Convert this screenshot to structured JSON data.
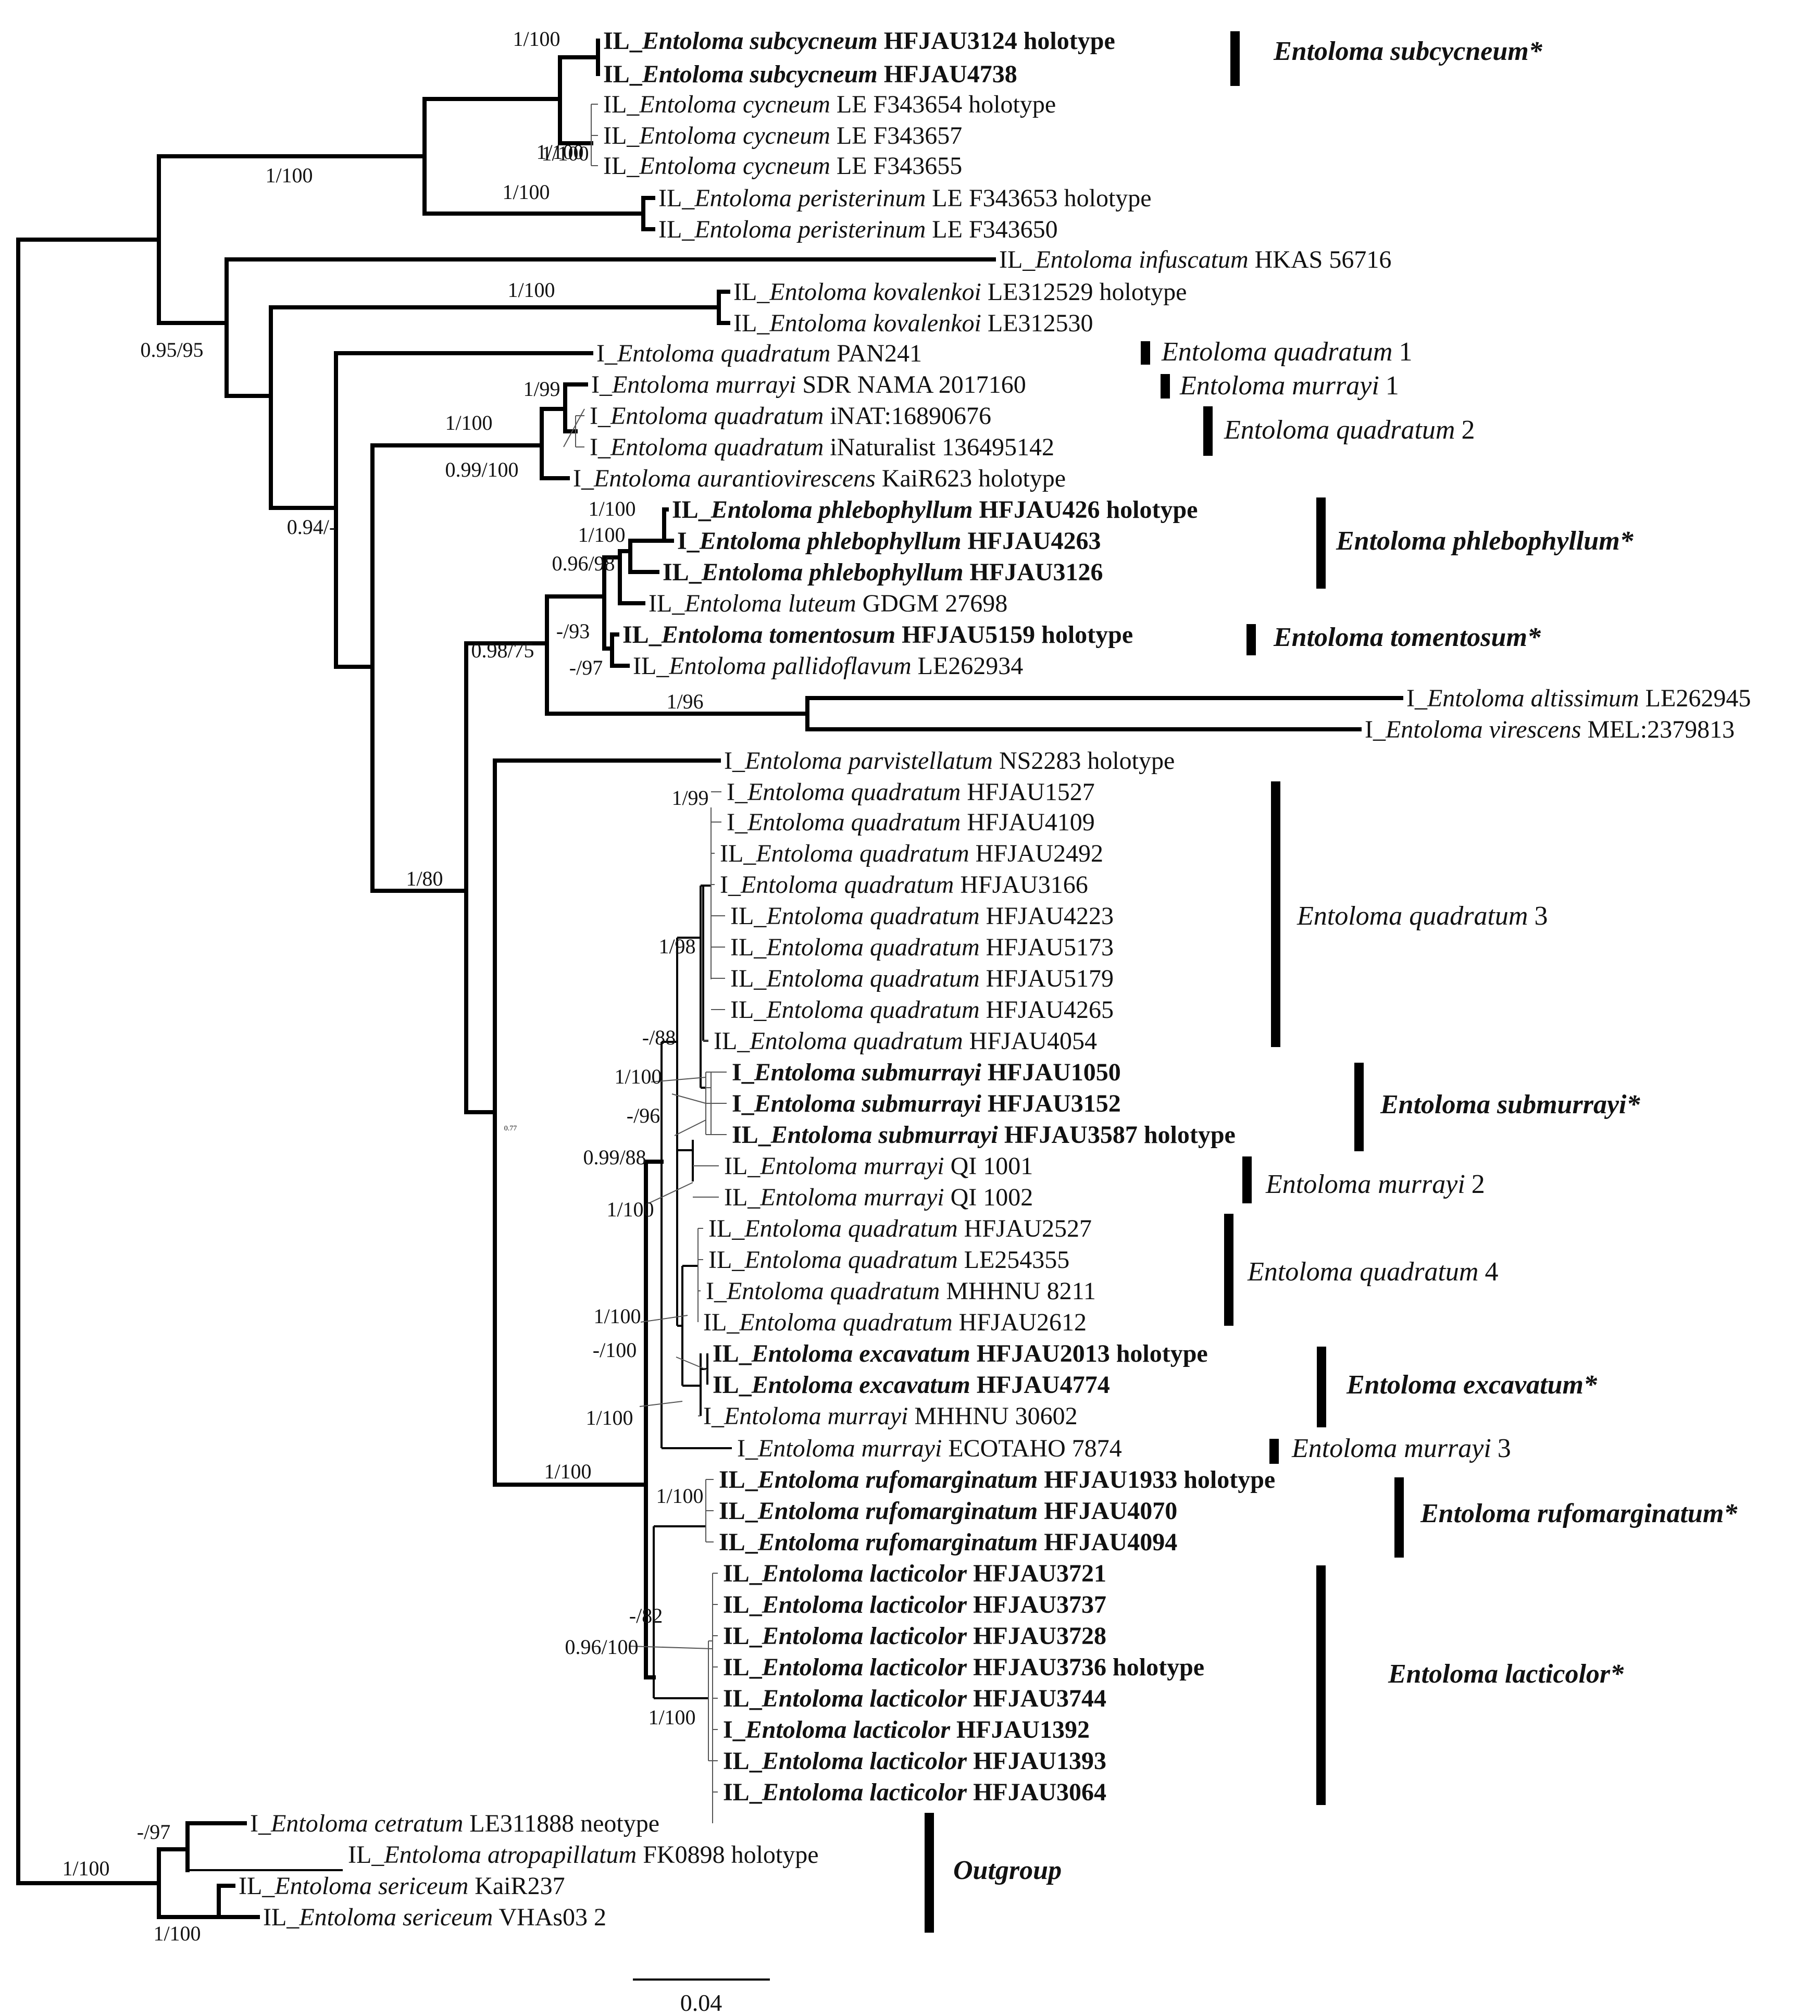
{
  "tree": {
    "scale_label": "0.04",
    "node_support": [
      "1/100",
      "1/100",
      "1/100",
      "1/100",
      "1/100",
      "0.95/95",
      "1/100",
      "1/99",
      "1/100",
      "0.99/100",
      "0.94/-",
      "1/100",
      "1/100",
      "0.96/98",
      "-/93",
      "0.98/75",
      "-/97",
      "1/96",
      "1/99",
      "1/80",
      "1/98",
      "-/88",
      "1/100",
      "-/96",
      "0.99/88",
      "1/100",
      "1/100",
      "-/100",
      "1/100",
      "1/100",
      "1/100",
      "-/82",
      "0.96/100",
      "1/100",
      "-/97",
      "1/100",
      "1/100",
      "0.77"
    ],
    "taxa": [
      {
        "p": "IL_",
        "n": "Entoloma subcycneum",
        "s": " HFJAU3124 holotype",
        "b": true
      },
      {
        "p": "IL_",
        "n": "Entoloma subcycneum",
        "s": " HFJAU4738",
        "b": true
      },
      {
        "p": "IL_",
        "n": "Entoloma cycneum",
        "s": " LE F343654 holotype",
        "b": false
      },
      {
        "p": "IL_",
        "n": "Entoloma cycneum",
        "s": " LE F343657",
        "b": false
      },
      {
        "p": "IL_",
        "n": "Entoloma cycneum",
        "s": " LE F343655",
        "b": false
      },
      {
        "p": "IL_",
        "n": "Entoloma peristerinum",
        "s": " LE F343653 holotype",
        "b": false
      },
      {
        "p": "IL_",
        "n": "Entoloma peristerinum",
        "s": " LE F343650",
        "b": false
      },
      {
        "p": "IL_",
        "n": "Entoloma infuscatum",
        "s": " HKAS 56716",
        "b": false
      },
      {
        "p": "IL_",
        "n": "Entoloma kovalenkoi",
        "s": " LE312529 holotype",
        "b": false
      },
      {
        "p": "IL_",
        "n": "Entoloma kovalenkoi",
        "s": " LE312530",
        "b": false
      },
      {
        "p": "I_",
        "n": "Entoloma quadratum",
        "s": " PAN241",
        "b": false
      },
      {
        "p": "I_",
        "n": "Entoloma murrayi",
        "s": " SDR NAMA 2017160",
        "b": false
      },
      {
        "p": "I_",
        "n": "Entoloma quadratum",
        "s": " iNAT:16890676",
        "b": false
      },
      {
        "p": "I_",
        "n": "Entoloma quadratum",
        "s": " iNaturalist 136495142",
        "b": false
      },
      {
        "p": "I_",
        "n": "Entoloma aurantiovirescens",
        "s": " KaiR623 holotype",
        "b": false
      },
      {
        "p": "IL_",
        "n": "Entoloma phlebophyllum",
        "s": " HFJAU426 holotype",
        "b": true
      },
      {
        "p": "I_",
        "n": "Entoloma phlebophyllum",
        "s": " HFJAU4263",
        "b": true
      },
      {
        "p": "IL_",
        "n": "Entoloma phlebophyllum",
        "s": " HFJAU3126",
        "b": true
      },
      {
        "p": "IL_",
        "n": "Entoloma luteum",
        "s": " GDGM 27698",
        "b": false
      },
      {
        "p": "IL_",
        "n": "Entoloma tomentosum",
        "s": " HFJAU5159 holotype",
        "b": true
      },
      {
        "p": "IL_",
        "n": "Entoloma pallidoflavum",
        "s": " LE262934",
        "b": false
      },
      {
        "p": "I_",
        "n": "Entoloma altissimum",
        "s": " LE262945",
        "b": false
      },
      {
        "p": "I_",
        "n": "Entoloma virescens",
        "s": " MEL:2379813",
        "b": false
      },
      {
        "p": "I_",
        "n": "Entoloma parvistellatum",
        "s": " NS2283 holotype",
        "b": false
      },
      {
        "p": "I_",
        "n": "Entoloma quadratum",
        "s": " HFJAU1527",
        "b": false
      },
      {
        "p": "I_",
        "n": "Entoloma quadratum",
        "s": " HFJAU4109",
        "b": false
      },
      {
        "p": "IL_",
        "n": "Entoloma quadratum",
        "s": " HFJAU2492",
        "b": false
      },
      {
        "p": "I_",
        "n": "Entoloma quadratum",
        "s": " HFJAU3166",
        "b": false
      },
      {
        "p": "IL_",
        "n": "Entoloma quadratum",
        "s": " HFJAU4223",
        "b": false
      },
      {
        "p": "IL_",
        "n": "Entoloma quadratum",
        "s": " HFJAU5173",
        "b": false
      },
      {
        "p": "IL_",
        "n": "Entoloma quadratum",
        "s": " HFJAU5179",
        "b": false
      },
      {
        "p": "IL_",
        "n": "Entoloma quadratum",
        "s": " HFJAU4265",
        "b": false
      },
      {
        "p": "IL_",
        "n": "Entoloma quadratum",
        "s": " HFJAU4054",
        "b": false
      },
      {
        "p": "I_",
        "n": "Entoloma submurrayi",
        "s": " HFJAU1050",
        "b": true
      },
      {
        "p": "I_",
        "n": "Entoloma submurrayi",
        "s": " HFJAU3152",
        "b": true
      },
      {
        "p": "IL_",
        "n": "Entoloma submurrayi",
        "s": " HFJAU3587 holotype",
        "b": true
      },
      {
        "p": "IL_",
        "n": "Entoloma murrayi",
        "s": " QI 1001",
        "b": false
      },
      {
        "p": "IL_",
        "n": "Entoloma murrayi",
        "s": " QI 1002",
        "b": false
      },
      {
        "p": "IL_",
        "n": "Entoloma quadratum",
        "s": " HFJAU2527",
        "b": false
      },
      {
        "p": "IL_",
        "n": "Entoloma quadratum",
        "s": " LE254355",
        "b": false
      },
      {
        "p": "I_",
        "n": "Entoloma quadratum",
        "s": " MHHNU 8211",
        "b": false
      },
      {
        "p": "IL_",
        "n": "Entoloma quadratum",
        "s": " HFJAU2612",
        "b": false
      },
      {
        "p": "IL_",
        "n": "Entoloma excavatum",
        "s": " HFJAU2013 holotype",
        "b": true
      },
      {
        "p": "IL_",
        "n": "Entoloma excavatum",
        "s": " HFJAU4774",
        "b": true
      },
      {
        "p": "I_",
        "n": "Entoloma murrayi",
        "s": " MHHNU 30602",
        "b": false
      },
      {
        "p": "I_",
        "n": "Entoloma murrayi",
        "s": " ECOTAHO 7874",
        "b": false
      },
      {
        "p": "IL_",
        "n": "Entoloma rufomarginatum",
        "s": " HFJAU1933 holotype",
        "b": true
      },
      {
        "p": "IL_",
        "n": "Entoloma rufomarginatum",
        "s": " HFJAU4070",
        "b": true
      },
      {
        "p": "IL_",
        "n": "Entoloma rufomarginatum",
        "s": " HFJAU4094",
        "b": true
      },
      {
        "p": "IL_",
        "n": "Entoloma lacticolor",
        "s": " HFJAU3721",
        "b": true
      },
      {
        "p": "IL_",
        "n": "Entoloma lacticolor",
        "s": " HFJAU3737",
        "b": true
      },
      {
        "p": "IL_",
        "n": "Entoloma lacticolor",
        "s": " HFJAU3728",
        "b": true
      },
      {
        "p": "IL_",
        "n": "Entoloma lacticolor",
        "s": " HFJAU3736 holotype",
        "b": true
      },
      {
        "p": "IL_",
        "n": "Entoloma lacticolor",
        "s": " HFJAU3744",
        "b": true
      },
      {
        "p": "I_",
        "n": "Entoloma lacticolor",
        "s": " HFJAU1392",
        "b": true
      },
      {
        "p": "IL_",
        "n": "Entoloma lacticolor",
        "s": " HFJAU1393",
        "b": true
      },
      {
        "p": "IL_",
        "n": "Entoloma lacticolor",
        "s": " HFJAU3064",
        "b": true
      },
      {
        "p": "I_",
        "n": "Entoloma cetratum",
        "s": " LE311888 neotype",
        "b": false
      },
      {
        "p": "IL_",
        "n": "Entoloma atropapillatum",
        "s": " FK0898 holotype",
        "b": false
      },
      {
        "p": "IL_",
        "n": "Entoloma sericeum",
        "s": " KaiR237",
        "b": false
      },
      {
        "p": "IL_",
        "n": "Entoloma sericeum",
        "s": " VHAs03 2",
        "b": false
      }
    ],
    "clades": [
      {
        "name": "Entoloma subcycneum*",
        "num": "",
        "b": true
      },
      {
        "name": "Entoloma quadratum",
        "num": "1",
        "b": false
      },
      {
        "name": "Entoloma murrayi",
        "num": "1",
        "b": false
      },
      {
        "name": "Entoloma quadratum",
        "num": "2",
        "b": false
      },
      {
        "name": "Entoloma phlebophyllum*",
        "num": "",
        "b": true
      },
      {
        "name": "Entoloma tomentosum*",
        "num": "",
        "b": true
      },
      {
        "name": "Entoloma quadratum",
        "num": "3",
        "b": false
      },
      {
        "name": "Entoloma submurrayi*",
        "num": "",
        "b": true
      },
      {
        "name": "Entoloma murrayi",
        "num": "2",
        "b": false
      },
      {
        "name": "Entoloma quadratum",
        "num": "4",
        "b": false
      },
      {
        "name": "Entoloma excavatum*",
        "num": "",
        "b": true
      },
      {
        "name": "Entoloma murrayi",
        "num": "3",
        "b": false
      },
      {
        "name": "Entoloma rufomarginatum*",
        "num": "",
        "b": true
      },
      {
        "name": "Entoloma lacticolor*",
        "num": "",
        "b": true
      },
      {
        "name": "Outgroup",
        "num": "",
        "b": true,
        "upright": true
      }
    ]
  }
}
